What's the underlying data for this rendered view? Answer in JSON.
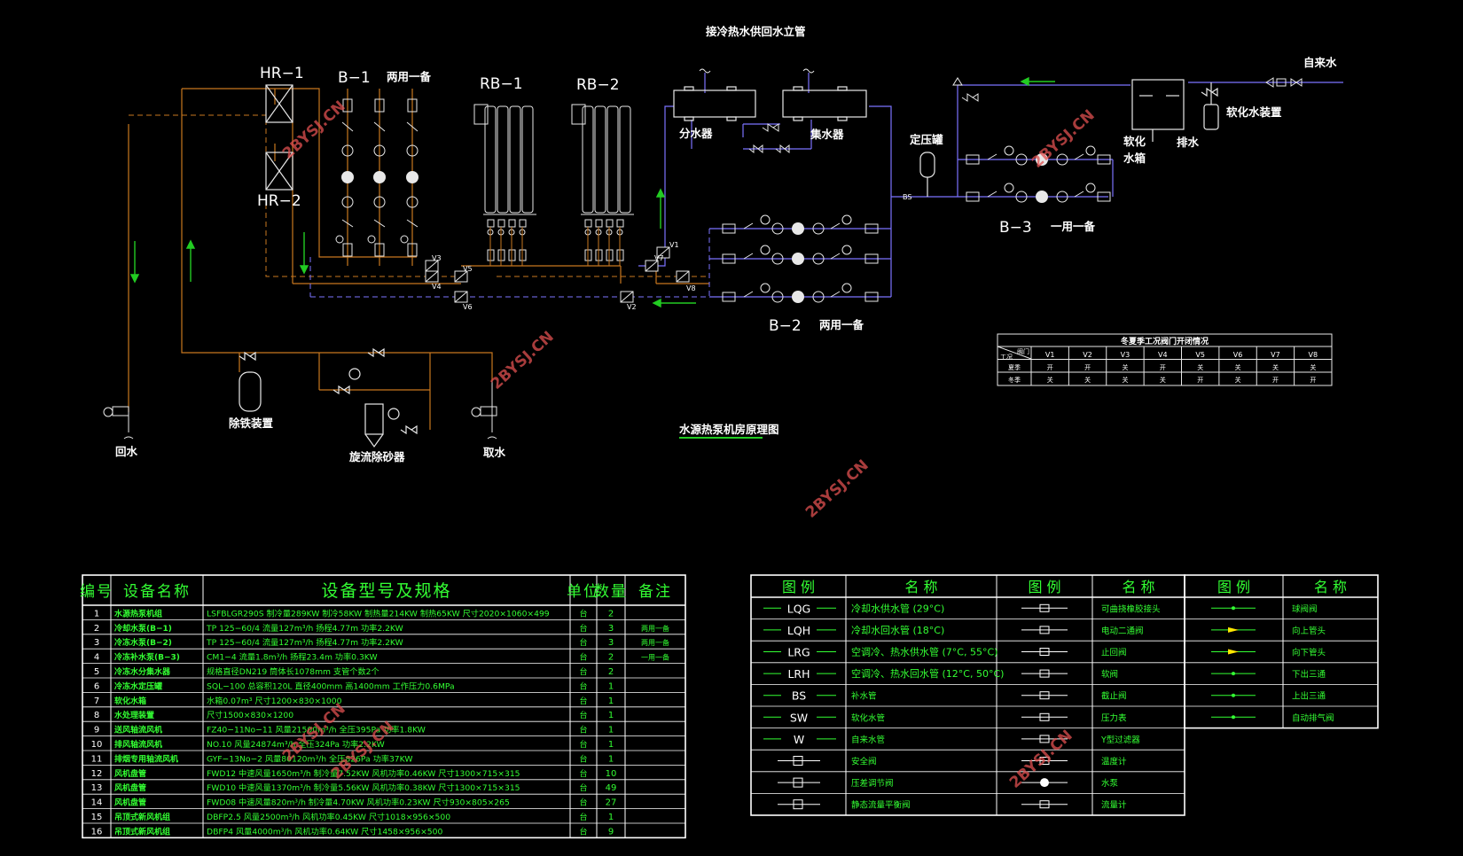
{
  "colors": {
    "background": "#000000",
    "line_white": "#e8e8e8",
    "pipe_orange": "#c8771f",
    "pipe_blue": "#7b73ff",
    "label_green": "#33ff33",
    "arrow_green": "#22cc22",
    "text_white": "#ffffff",
    "watermark": "#e05050"
  },
  "diagram": {
    "title": "水源热泵机房原理图",
    "labels": {
      "hr1": "HR−1",
      "hr2": "HR−2",
      "b1": "B−1",
      "b1_note": "两用一备",
      "rb1": "RB−1",
      "rb2": "RB−2",
      "supply_riser": "接冷热水供回水立管",
      "distributor": "分水器",
      "collector": "集水器",
      "pressure_tank": "定压罐",
      "soft_tank_1": "软化",
      "soft_tank_2": "水箱",
      "drain": "排水",
      "softener": "软化水装置",
      "tap_water": "自来水",
      "b3": "B−3",
      "b3_note": "一用一备",
      "b2": "B−2",
      "b2_note": "两用一备",
      "iron_removal": "除铁装置",
      "desander": "旋流除砂器",
      "return_water": "回水",
      "intake_water": "取水",
      "bs": "BS"
    },
    "valves": [
      "V1",
      "V2",
      "V3",
      "V4",
      "V5",
      "V6",
      "V7",
      "V8"
    ]
  },
  "valve_table": {
    "title": "冬夏季工况阀门开闭情况",
    "corner_top": "阀门",
    "corner_bottom": "工况",
    "headers": [
      "V1",
      "V2",
      "V3",
      "V4",
      "V5",
      "V6",
      "V7",
      "V8"
    ],
    "rows": [
      {
        "mode": "夏季",
        "values": [
          "开",
          "开",
          "关",
          "开",
          "关",
          "关",
          "关",
          "关"
        ]
      },
      {
        "mode": "冬季",
        "values": [
          "关",
          "关",
          "关",
          "关",
          "开",
          "关",
          "开",
          "开"
        ]
      }
    ]
  },
  "equipment_table": {
    "headers": [
      "编号",
      "设备名称",
      "设备型号及规格",
      "单位",
      "数量",
      "备注"
    ],
    "rows": [
      {
        "no": "1",
        "name": "水源热泵机组",
        "spec": "LSFBLGR290S 制冷量289KW 制冷58KW 制热量214KW 制热65KW 尺寸2020×1060×499",
        "unit": "台",
        "qty": "2",
        "note": ""
      },
      {
        "no": "2",
        "name": "冷却水泵(B−1)",
        "spec": "TP 125−60/4    流量127m³/h    扬程4.77m    功率2.2KW",
        "unit": "台",
        "qty": "3",
        "note": "两用一备"
      },
      {
        "no": "3",
        "name": "冷冻水泵(B−2)",
        "spec": "TP 125−60/4    流量127m³/h    扬程4.77m    功率2.2KW",
        "unit": "台",
        "qty": "3",
        "note": "两用一备"
      },
      {
        "no": "4",
        "name": "冷冻补水泵(B−3)",
        "spec": "CM1−4   流量1.8m³/h    扬程23.4m   功率0.3KW",
        "unit": "台",
        "qty": "2",
        "note": "一用一备"
      },
      {
        "no": "5",
        "name": "冷冻水分集水器",
        "spec": "规格直径DN219   筒体长1078mm  支管个数2个",
        "unit": "台",
        "qty": "2",
        "note": ""
      },
      {
        "no": "6",
        "name": "冷冻水定压罐",
        "spec": "SQL−100   总容积120L   直径400mm  高1400mm  工作压力0.6MPa",
        "unit": "台",
        "qty": "1",
        "note": ""
      },
      {
        "no": "7",
        "name": "软化水箱",
        "spec": "水箱0.07m³   尺寸1200×830×1000",
        "unit": "台",
        "qty": "1",
        "note": ""
      },
      {
        "no": "8",
        "name": "水处理装置",
        "spec": "尺寸1500×830×1200",
        "unit": "台",
        "qty": "1",
        "note": ""
      },
      {
        "no": "9",
        "name": "送风轴流风机",
        "spec": "FZ40−11No−11  风量21500m³/h  全压395Pa  功率1.8KW",
        "unit": "台",
        "qty": "1",
        "note": ""
      },
      {
        "no": "10",
        "name": "排风轴流风机",
        "spec": "NO.10   风量24874m³/h  全压324Pa  功率2.2KW",
        "unit": "台",
        "qty": "1",
        "note": ""
      },
      {
        "no": "11",
        "name": "排烟专用轴流风机",
        "spec": "GYF−13No−2   风量80120m³/h  全压826Pa  功率37KW",
        "unit": "台",
        "qty": "1",
        "note": ""
      },
      {
        "no": "12",
        "name": "风机盘管",
        "spec": "FWD12  中速风量1650m³/h  制冷量7.52KW  风机功率0.46KW  尺寸1300×715×315",
        "unit": "台",
        "qty": "10",
        "note": ""
      },
      {
        "no": "13",
        "name": "风机盘管",
        "spec": "FWD10  中速风量1370m³/h  制冷量5.56KW  风机功率0.38KW  尺寸1300×715×315",
        "unit": "台",
        "qty": "49",
        "note": ""
      },
      {
        "no": "14",
        "name": "风机盘管",
        "spec": "FWD08  中速风量820m³/h   制冷量4.70KW  风机功率0.23KW  尺寸930×805×265",
        "unit": "台",
        "qty": "27",
        "note": ""
      },
      {
        "no": "15",
        "name": "吊顶式新风机组",
        "spec": "DBFP2.5   风量2500m³/h  风机功率0.45KW  尺寸1018×956×500",
        "unit": "台",
        "qty": "1",
        "note": ""
      },
      {
        "no": "16",
        "name": "吊顶式新风机组",
        "spec": "DBFP4    风量4000m³/h  风机功率0.64KW  尺寸1458×956×500",
        "unit": "台",
        "qty": "9",
        "note": ""
      }
    ]
  },
  "legend_table": {
    "headers": [
      "图 例",
      "名 称",
      "图 例",
      "名 称",
      "图 例",
      "名 称"
    ],
    "col1": [
      {
        "code": "LQG",
        "name": "冷却水供水管 (29°C)"
      },
      {
        "code": "LQH",
        "name": "冷却水回水管 (18°C)"
      },
      {
        "code": "LRG",
        "name": "空调冷、热水供水管 (7°C, 55°C)"
      },
      {
        "code": "LRH",
        "name": "空调冷、热水回水管 (12°C, 50°C)"
      },
      {
        "code": "BS",
        "name": "补水管"
      },
      {
        "code": "SW",
        "name": "软化水管"
      },
      {
        "code": "W",
        "name": "自来水管"
      },
      {
        "code": "",
        "name": "安全阀"
      },
      {
        "code": "",
        "name": "压差调节阀"
      },
      {
        "code": "",
        "name": "静态流量平衡阀"
      }
    ],
    "col2": [
      "可曲挠橡胶接头",
      "电动二通阀",
      "止回阀",
      "软阀",
      "截止阀",
      "压力表",
      "Y型过滤器",
      "温度计",
      "水泵",
      "流量计"
    ],
    "col3": [
      "球阀阀",
      "向上管头",
      "向下管头",
      "下出三通",
      "上出三通",
      "自动排气阀"
    ]
  },
  "watermarks": [
    "2BYSJ.CN",
    "2BYSJ.CN",
    "2BYSJ.CN",
    "2BYSJ.CN",
    "2BYSJ.CN",
    "2BYSJ.CN",
    "2BYSJ.CN"
  ]
}
